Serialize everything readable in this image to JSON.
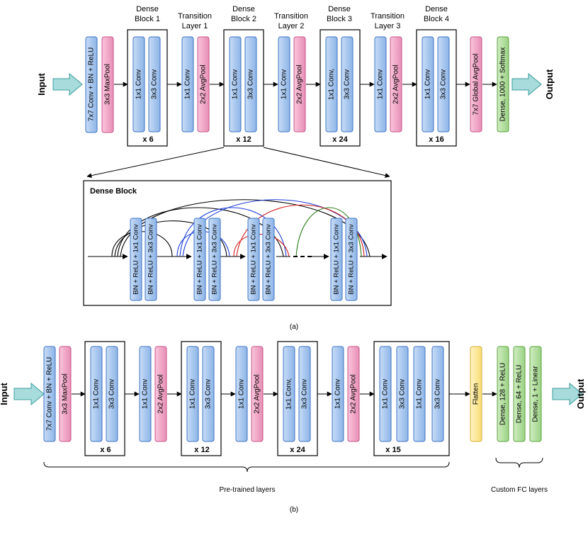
{
  "top": {
    "input_label": "Input",
    "output_label": "Output",
    "stem": [
      "7x7 Conv + BN + ReLU",
      "3x3 MaxPool"
    ],
    "dense_blocks": [
      {
        "title": [
          "Dense",
          "Block 1"
        ],
        "layers": [
          "1x1 Conv",
          "3x3 Conv"
        ],
        "repeat": "x 6"
      },
      {
        "title": [
          "Dense",
          "Block 2"
        ],
        "layers": [
          "1x1 Conv",
          "3x3 Conv"
        ],
        "repeat": "x 12"
      },
      {
        "title": [
          "Dense",
          "Block 3"
        ],
        "layers": [
          "1x1 Conv,",
          "3x3 Conv"
        ],
        "repeat": "x 24"
      },
      {
        "title": [
          "Dense",
          "Block 4"
        ],
        "layers": [
          "1x1 Conv",
          "3x3 Conv"
        ],
        "repeat": "x 16"
      }
    ],
    "transitions": [
      {
        "title": [
          "Transition",
          "Layer 1"
        ],
        "layers": [
          "1x1 Conv",
          "2x2 AvgPool"
        ]
      },
      {
        "title": [
          "Transition",
          "Layer 2"
        ],
        "layers": [
          "1x1 Conv",
          "2x2 AvgPool"
        ]
      },
      {
        "title": [
          "Transition",
          "Layer 3"
        ],
        "layers": [
          "1x1 Conv",
          "2x2 AvgPool"
        ]
      }
    ],
    "head": [
      "7x7 Global AvgPool",
      "Dense, 1000 + Softmax"
    ]
  },
  "dense_block_detail": {
    "title": "Dense Block",
    "layers": [
      "BN + ReLU + 1x1 Conv",
      "BN + ReLU + 3x3 Conv"
    ]
  },
  "caption_a": "(a)",
  "bottom": {
    "input_label": "Input",
    "output_label": "Output",
    "stem": [
      "7x7 Conv + BN + ReLU",
      "3x3 MaxPool"
    ],
    "blocks": [
      {
        "layers": [
          "1x1 Conv",
          "3x3 Conv"
        ],
        "repeat": "x 6"
      },
      {
        "layers": [
          "1x1 Conv",
          "3x3 Conv"
        ],
        "repeat": "x 12"
      },
      {
        "layers": [
          "1x1 Conv,",
          "3x3 Conv"
        ],
        "repeat": "x 24"
      },
      {
        "layers": [
          "1x1 Conv",
          "3x3 Conv",
          "1x1 Conv",
          "3x3 Conv"
        ],
        "repeat": "x 15"
      }
    ],
    "transitions": [
      [
        "1x1 Conv",
        "2x2 AvgPool"
      ],
      [
        "1x1 Conv",
        "2x2 AvgPool"
      ],
      [
        "1x1 Conv",
        "2x2 AvgPool"
      ]
    ],
    "flatten": "Flatten",
    "fc_layers": [
      "Dense, 128 + ReLU",
      "Dense, 64 + ReLU",
      "Dense, 1 + Linear"
    ],
    "pretrained_label": "Pre-trained layers",
    "custom_label": "Custom FC layers"
  },
  "caption_b": "(b)",
  "colors": {
    "blue_fill": "#a9c8ef",
    "blue_stroke": "#3f74c6",
    "pink_fill": "#f2a9c8",
    "pink_stroke": "#c85487",
    "green_fill": "#b6e0a3",
    "green_stroke": "#5aa53c",
    "yellow_fill": "#fce99a",
    "yellow_stroke": "#d6b03a",
    "arrow_fill": "#a8dcdc",
    "arrow_stroke": "#3c9c9c",
    "skip_blue": "#1f3fd9",
    "skip_red": "#d21f1f",
    "skip_green": "#2a7d1a"
  }
}
